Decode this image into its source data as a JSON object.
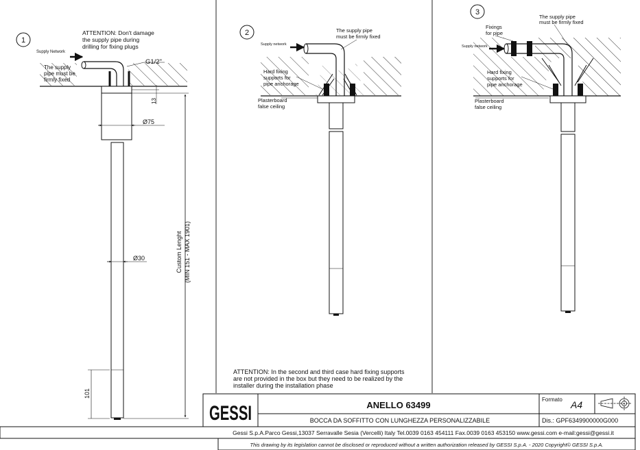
{
  "panel1": {
    "number": "1",
    "attention": [
      "ATTENTION: Don't damage",
      "the supply pipe during",
      "drilling for fixing plugs"
    ],
    "supply_network": "Supply Network",
    "firmly_fixed": [
      "The supply",
      "pipe must be",
      "firmly fixed"
    ],
    "thread": "G1/2\"",
    "dim_13": "13",
    "dim_75": "Ø75",
    "dim_30": "Ø30",
    "dim_101": "101",
    "custom_length": [
      "Custom Lenght",
      "(MIN 151 - MAX 1901)"
    ]
  },
  "panel2": {
    "number": "2",
    "supply_network": "Supply network",
    "firmly_fixed": [
      "The supply pipe",
      "must be firmly fixed"
    ],
    "hard_fixing": [
      "Hard fixing",
      "supports for",
      "pipe anchorage"
    ],
    "plasterboard": [
      "Plasterboard",
      "false ceiling"
    ]
  },
  "panel3": {
    "number": "3",
    "supply_network": "Supply network",
    "firmly_fixed": [
      "The supply pipe",
      "must be firmly fixed"
    ],
    "fixings": [
      "Fixings",
      "for pipe"
    ],
    "hard_fixing": [
      "Hard fixing",
      "supports for",
      "pipe anchorage"
    ],
    "plasterboard": [
      "Plasterboard",
      "false ceiling"
    ]
  },
  "attention_note": [
    "ATTENTION: In the second and third case hard fixing supports",
    "are not provided in the box but they need to be realized by the",
    "installer during the installation phase"
  ],
  "title_block": {
    "logo": "GESSI",
    "product": "ANELLO 63499",
    "description": "BOCCA DA SOFFITTO CON LUNGHEZZA PERSONALIZZABILE",
    "format_label": "Formato",
    "format_value": "A4",
    "drawing_number": "Dis.: GPF6349900000G000",
    "company": "Gessi S.p.A.Parco Gessi,13037 Serravalle Sesia (Vercelli) Italy Tel.0039 0163 454111 Fax.0039 0163 453150 www.gessi.com e-mail:gessi@gessi.it",
    "legal": "This drawing by its legislation cannot be disclosed or reproduced without a written authorization released by GESSI S.p.A. - 2020 Copyright© GESSI S.p.A."
  }
}
